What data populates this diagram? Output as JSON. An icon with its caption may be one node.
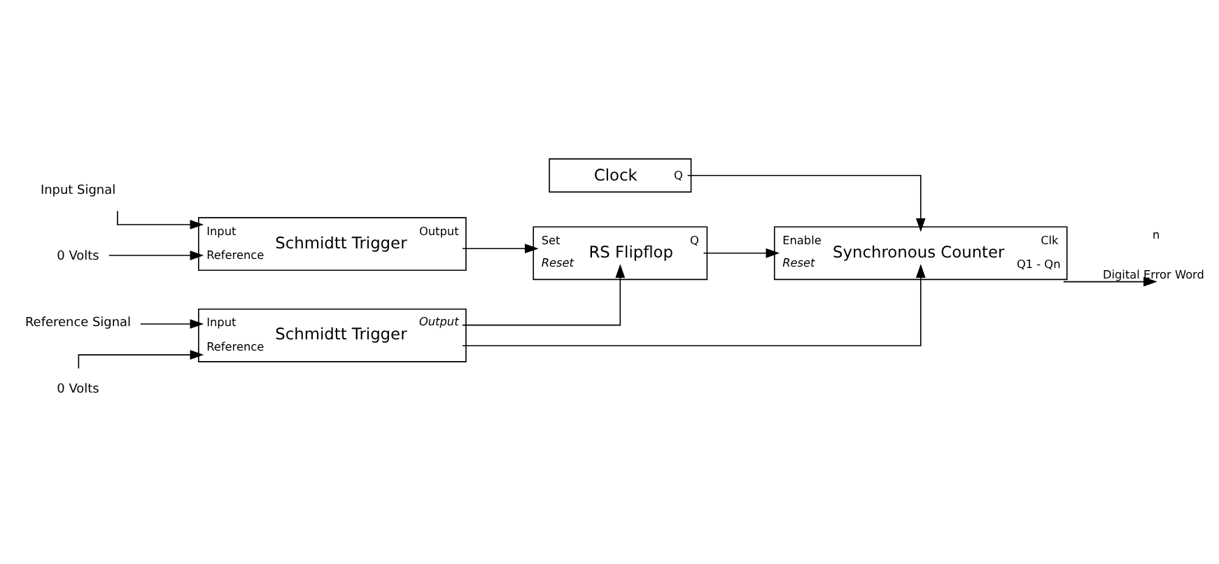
{
  "diagram": {
    "nodes": [
      {
        "text": [
          "Clock",
          "Q"
        ]
      },
      {
        "text": [
          "Input Signal"
        ]
      },
      {
        "text": [
          "Input",
          "Output",
          "Schmidtt Trigger",
          "Reference"
        ]
      },
      {
        "text": [
          "0 Volts"
        ]
      },
      {
        "text": [
          "Set",
          "Q",
          "RS Flipflop",
          "Reset"
        ]
      },
      {
        "text": [
          "Enable",
          "Clk",
          "Synchronous Counter",
          "Reset",
          "Q1 - Qn"
        ]
      },
      {
        "text": [
          "Reference Signal"
        ]
      },
      {
        "text": [
          "Input",
          "Output",
          "Schmidtt Trigger",
          "Reference"
        ]
      },
      {
        "text": [
          "0 Volts"
        ]
      }
    ],
    "edges": [
      {
        "from": 1,
        "to": 2,
        "arrow": "to"
      },
      {
        "from": 3,
        "to": 2,
        "arrow": "to"
      },
      {
        "from": 6,
        "to": 7,
        "arrow": "to"
      },
      {
        "from": 8,
        "to": 7,
        "arrow": "to"
      },
      {
        "from": 2,
        "to": 4,
        "arrow": "to"
      },
      {
        "from": 7,
        "to": 4,
        "arrow": "to"
      },
      {
        "from": 7,
        "to": 5,
        "arrow": "to"
      },
      {
        "from": 4,
        "to": 5,
        "arrow": "to"
      },
      {
        "from": 0,
        "to": 5,
        "arrow": "to"
      },
      {
        "from": 5,
        "to": null,
        "arrow": "to",
        "label": "Digital Error Word"
      }
    ],
    "labels": [
      "n"
    ]
  }
}
